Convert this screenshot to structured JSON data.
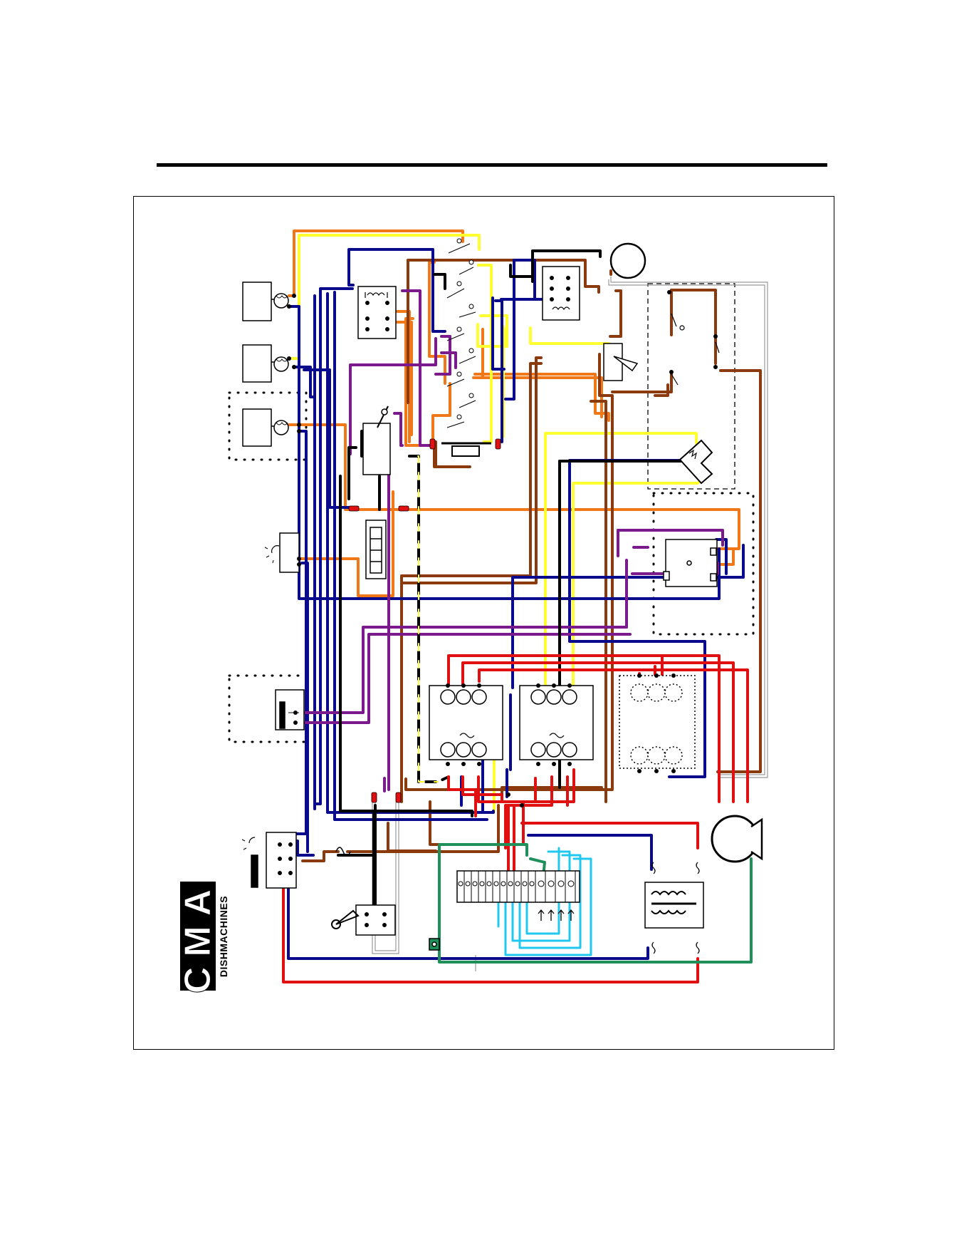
{
  "document": {
    "logo": {
      "brand": "CMA",
      "subtitle": "DISHMACHINES"
    }
  },
  "colors": {
    "black": "#000000",
    "red": "#e01010",
    "blue": "#0a0a8c",
    "orange": "#f07818",
    "yellow": "#ffff30",
    "brown": "#8b3a0e",
    "purple": "#7a1a8c",
    "green": "#20905a",
    "cyan": "#20c8f0",
    "gray": "#a0a0a0"
  },
  "components": [
    {
      "name": "indicator-lamp-1",
      "icon": "lamp-icon"
    },
    {
      "name": "indicator-lamp-2",
      "icon": "lamp-icon"
    },
    {
      "name": "indicator-lamp-3",
      "icon": "lamp-icon"
    },
    {
      "name": "relay-top-left",
      "icon": "relay-icon"
    },
    {
      "name": "relay-top-right",
      "icon": "relay-icon"
    },
    {
      "name": "timer-cam-switch-bank",
      "icon": "cam-switch-icon"
    },
    {
      "name": "timer-motor",
      "icon": "motor-icon"
    },
    {
      "name": "thermostat-switch",
      "icon": "thermostat-icon"
    },
    {
      "name": "float-switch",
      "icon": "float-switch-icon"
    },
    {
      "name": "heater-element",
      "icon": "heater-icon"
    },
    {
      "name": "contactor-1",
      "icon": "contactor-icon"
    },
    {
      "name": "contactor-2",
      "icon": "contactor-icon"
    },
    {
      "name": "contactor-3-optional",
      "icon": "contactor-icon"
    },
    {
      "name": "pump-motor",
      "icon": "motor-icon"
    },
    {
      "name": "transformer",
      "icon": "transformer-icon"
    },
    {
      "name": "terminal-block",
      "icon": "terminal-block-icon"
    },
    {
      "name": "power-switch",
      "icon": "rocker-switch-icon"
    },
    {
      "name": "door-switch",
      "icon": "door-switch-icon"
    },
    {
      "name": "ground-lug",
      "icon": "ground-icon"
    }
  ]
}
